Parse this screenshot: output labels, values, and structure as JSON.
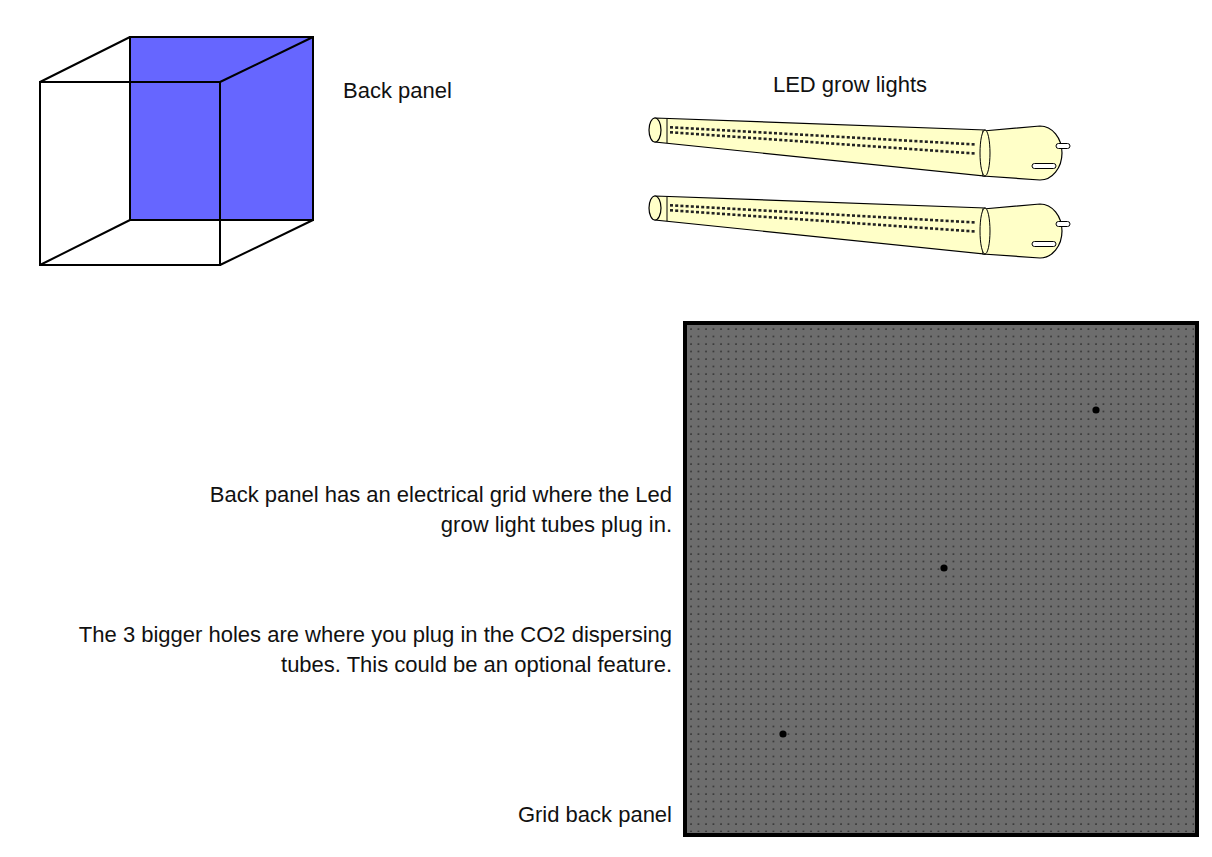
{
  "diagram": {
    "labels": [
      "Back panel",
      "LED grow lights",
      "Back panel has an electrical grid where the Led grow light tubes plug in.",
      "The 3 bigger holes are where you plug in the CO2 dispersing tubes. This could be an optional feature.",
      "Grid back panel"
    ]
  }
}
